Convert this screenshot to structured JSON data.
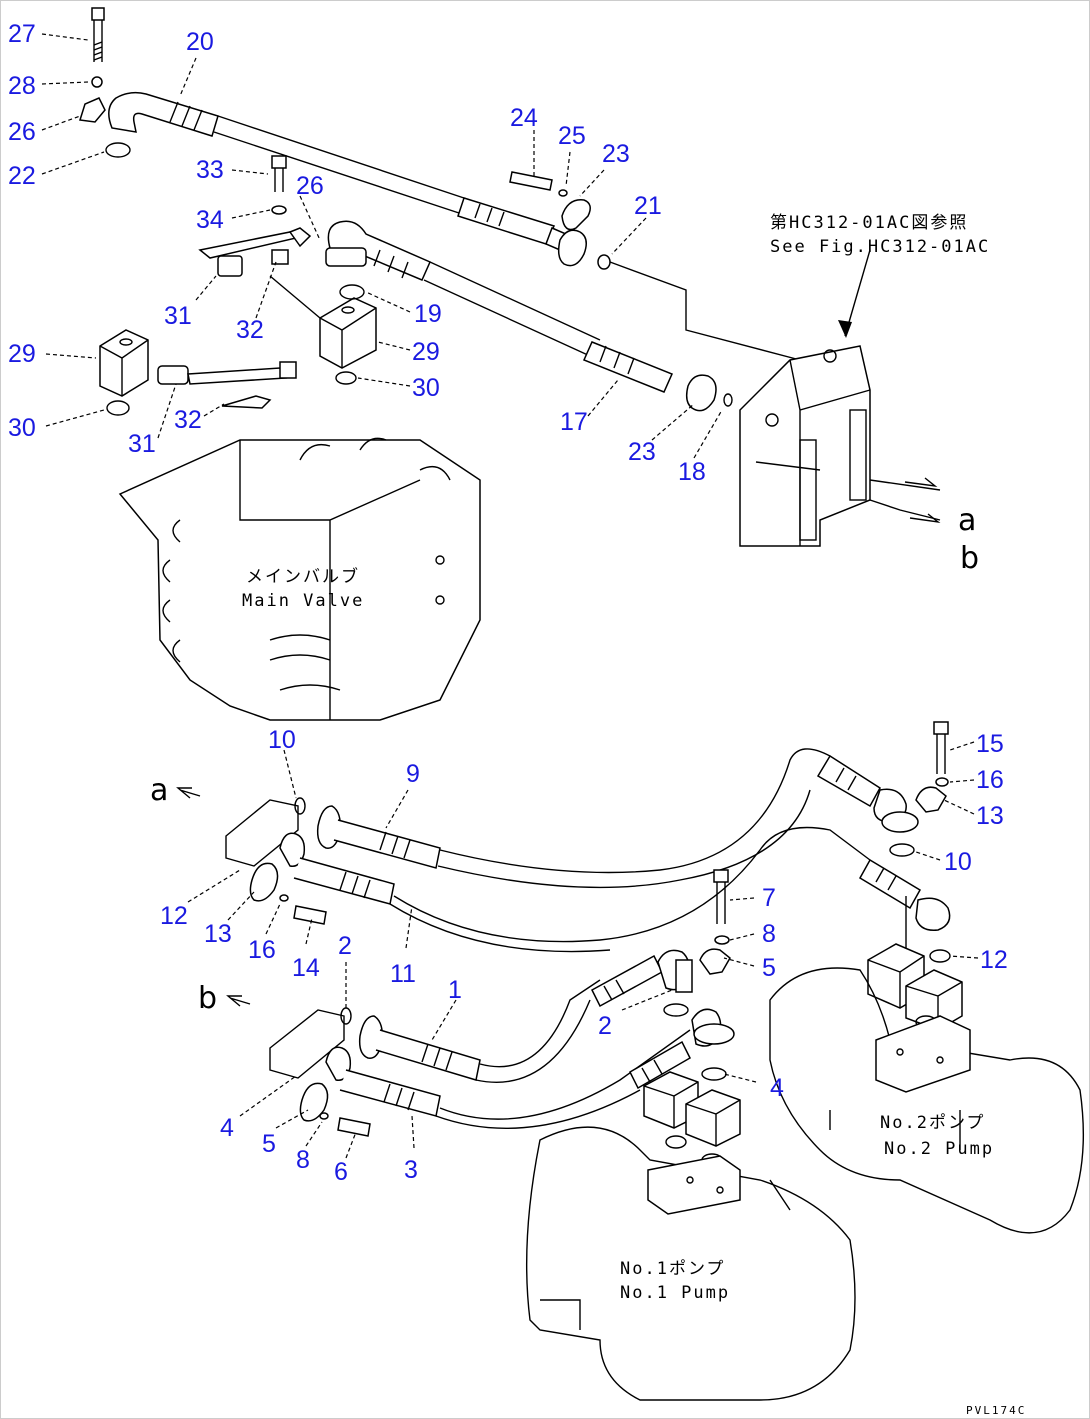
{
  "callouts": [
    "27",
    "28",
    "26",
    "22",
    "20",
    "33",
    "34",
    "26",
    "31",
    "32",
    "29",
    "30",
    "29",
    "31",
    "32",
    "30",
    "19",
    "24",
    "25",
    "23",
    "21",
    "17",
    "23",
    "18",
    "10",
    "9",
    "12",
    "13",
    "16",
    "14",
    "11",
    "2",
    "1",
    "b",
    "4",
    "5",
    "8",
    "6",
    "3",
    "2",
    "4",
    "7",
    "8",
    "5",
    "15",
    "16",
    "13",
    "10",
    "12"
  ],
  "labels": {
    "see_fig_jp": "第HC312-01AC図参照",
    "see_fig_en": "See Fig.HC312-01AC",
    "main_valve_jp": "メインバルブ",
    "main_valve_en": "Main Valve",
    "pump2_jp": "No.2ポンプ",
    "pump2_en": "No.2 Pump",
    "pump1_jp": "No.1ポンプ",
    "pump1_en": "No.1 Pump",
    "port_a": "a",
    "port_b": "b",
    "port_a_left": "a",
    "port_b_left": "b",
    "code": "PVL174C"
  },
  "colors": {
    "callout": "#1a1ae0",
    "line": "#000000"
  }
}
